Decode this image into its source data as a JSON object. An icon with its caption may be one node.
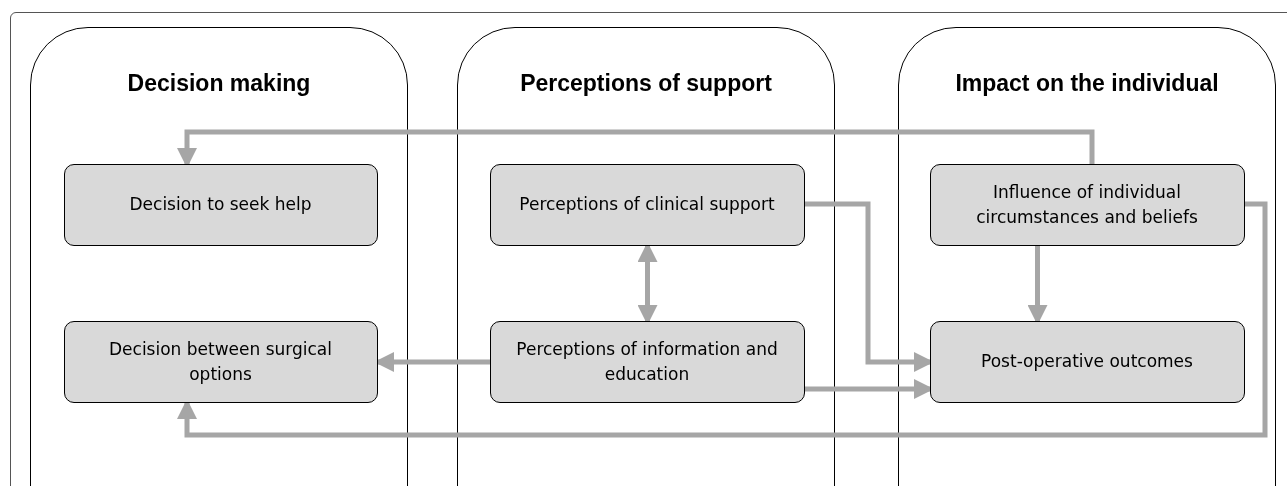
{
  "diagram": {
    "nodes": [
      {
        "text": [
          "Decision making"
        ]
      },
      {
        "text": [
          "Decision to seek help"
        ],
        "in": 0
      },
      {
        "text": [
          "Decision between surgical options"
        ],
        "in": 0
      },
      {
        "text": [
          "Perceptions of support"
        ]
      },
      {
        "text": [
          "Perceptions of clinical support"
        ],
        "in": 3
      },
      {
        "text": [
          "Perceptions of information and education"
        ],
        "in": 3
      },
      {
        "text": [
          "Impact on the individual"
        ]
      },
      {
        "text": [
          "Influence of individual circumstances and beliefs"
        ],
        "in": 6
      },
      {
        "text": [
          "Post-operative outcomes"
        ],
        "in": 6
      }
    ],
    "edges": [
      {
        "from": 7,
        "to": 1,
        "arrow": "to"
      },
      {
        "from": 4,
        "to": 8,
        "arrow": "to"
      },
      {
        "from": 4,
        "to": 5,
        "arrow": "both"
      },
      {
        "from": 5,
        "to": 2,
        "arrow": "to"
      },
      {
        "from": 5,
        "to": 8,
        "arrow": "to"
      },
      {
        "from": 7,
        "to": 8,
        "arrow": "to"
      },
      {
        "from": 7,
        "to": 2,
        "arrow": "to"
      }
    ]
  }
}
